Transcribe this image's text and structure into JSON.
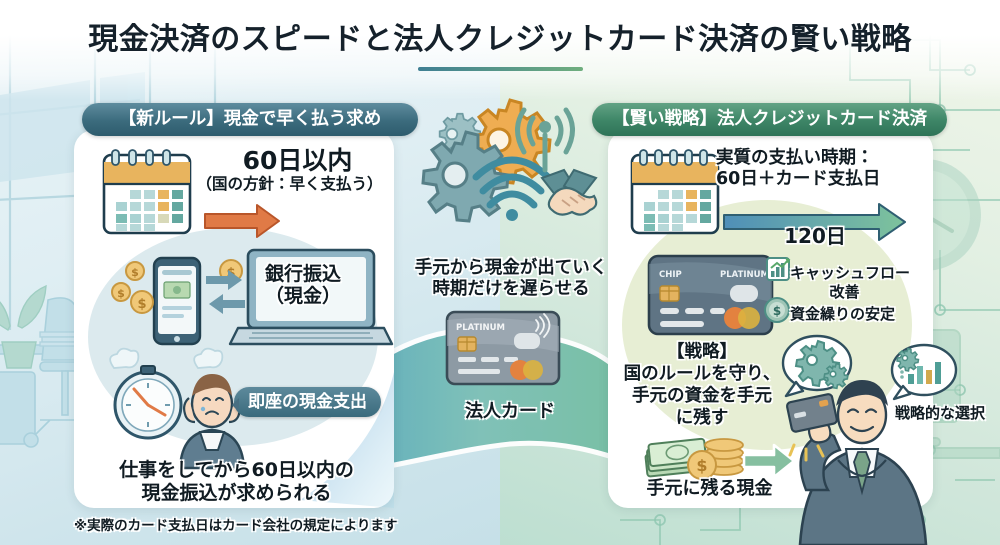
{
  "title": "現金決済のスピードと法人クレジットカード決済の賢い戦略",
  "left_panel": {
    "header": "【新ルール】現金で早く払う求め",
    "deadline": "60日以内",
    "deadline_sub": "（国の方針：早く支払う）",
    "calendar_icon": "calendar-icon",
    "bank_transfer": "銀行振込",
    "bank_transfer_sub": "（現金）",
    "immediate_bubble": "即座の現金支出",
    "bottom_text_line1": "仕事をしてから60日以内の",
    "bottom_text_line2": "現金振込が求められる",
    "phone_icon": "smartphone-cash-icon",
    "laptop_icon": "laptop-icon",
    "stopwatch_icon": "stopwatch-icon",
    "worried_person_icon": "worried-woman-icon"
  },
  "center": {
    "delay_line1": "手元から現金が出ていく",
    "delay_line2": "時期だけを遅らせる",
    "corporate_card": "法人カード",
    "card_brand": "PLATINUM",
    "icons": [
      "gear-icon",
      "small-gear-icon",
      "wifi-icon",
      "antenna-signal-icon",
      "handshake-icon",
      "contactless-icon"
    ]
  },
  "right_panel": {
    "header": "【賢い戦略】法人クレジットカード決済",
    "actual_line1": "実質の支払い時期：",
    "actual_line2": "60日＋カード支払日",
    "arrow_label": "120日",
    "benefit1_line1": "キャッシュフロー",
    "benefit1_line2": "改善",
    "benefit2": "資金繰りの安定",
    "benefit1_icon": "chart-growth-icon",
    "benefit2_icon": "dollar-coin-icon",
    "card_chip_label": "CHIP",
    "card_tier_label": "PLATINUM",
    "strategy_title": "【戦略】",
    "strategy_line1": "国のルールを守り、",
    "strategy_line2": "手元の資金を手元",
    "strategy_line3": "に残す",
    "money_left": "手元に残る現金",
    "strategic_choice": "戦略的な選択",
    "businessman_icon": "businessman-with-card-icon",
    "gear-thought_icon": "gear-thought-bubble-icon",
    "chart-thought_icon": "chart-thought-bubble-icon"
  },
  "footnote": "※実際のカード支払日はカード会社の規定によります",
  "colors": {
    "title_text": "#15212b",
    "left_accent": "#3b6b7d",
    "right_accent": "#3d8566",
    "orange": "#e8a33d",
    "arrow_orange": "#e07a46",
    "bg_left": "#dfeef3",
    "bg_right": "#e3f0e3"
  }
}
